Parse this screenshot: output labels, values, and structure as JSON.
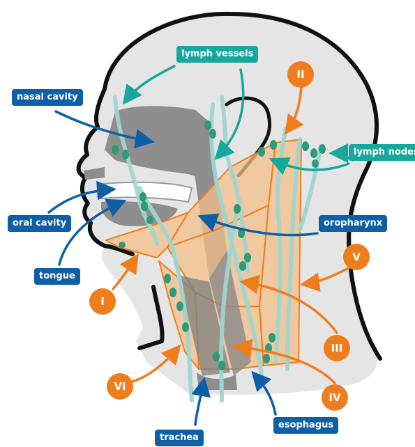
{
  "labels": {
    "lymph_vessels": "lymph vessels",
    "lymph_nodes": "lymph nodes",
    "nasal_cavity": "nasal cavity",
    "oral_cavity": "oral cavity",
    "tongue": "tongue",
    "oropharynx": "oropharynx",
    "trachea": "trachea",
    "esophagus": "esophagus"
  },
  "levels": [
    "I",
    "II",
    "III",
    "IV",
    "V",
    "VI"
  ],
  "colors": {
    "blue": "#0d5fa6",
    "teal": "#17a89d",
    "orange": "#f07d1b",
    "region_fill": "#f3bf8a",
    "node": "#2e9a78",
    "vessel": "#9fd6d0",
    "skin": "#e5e5e5",
    "cavity": "#8e8e8e"
  }
}
